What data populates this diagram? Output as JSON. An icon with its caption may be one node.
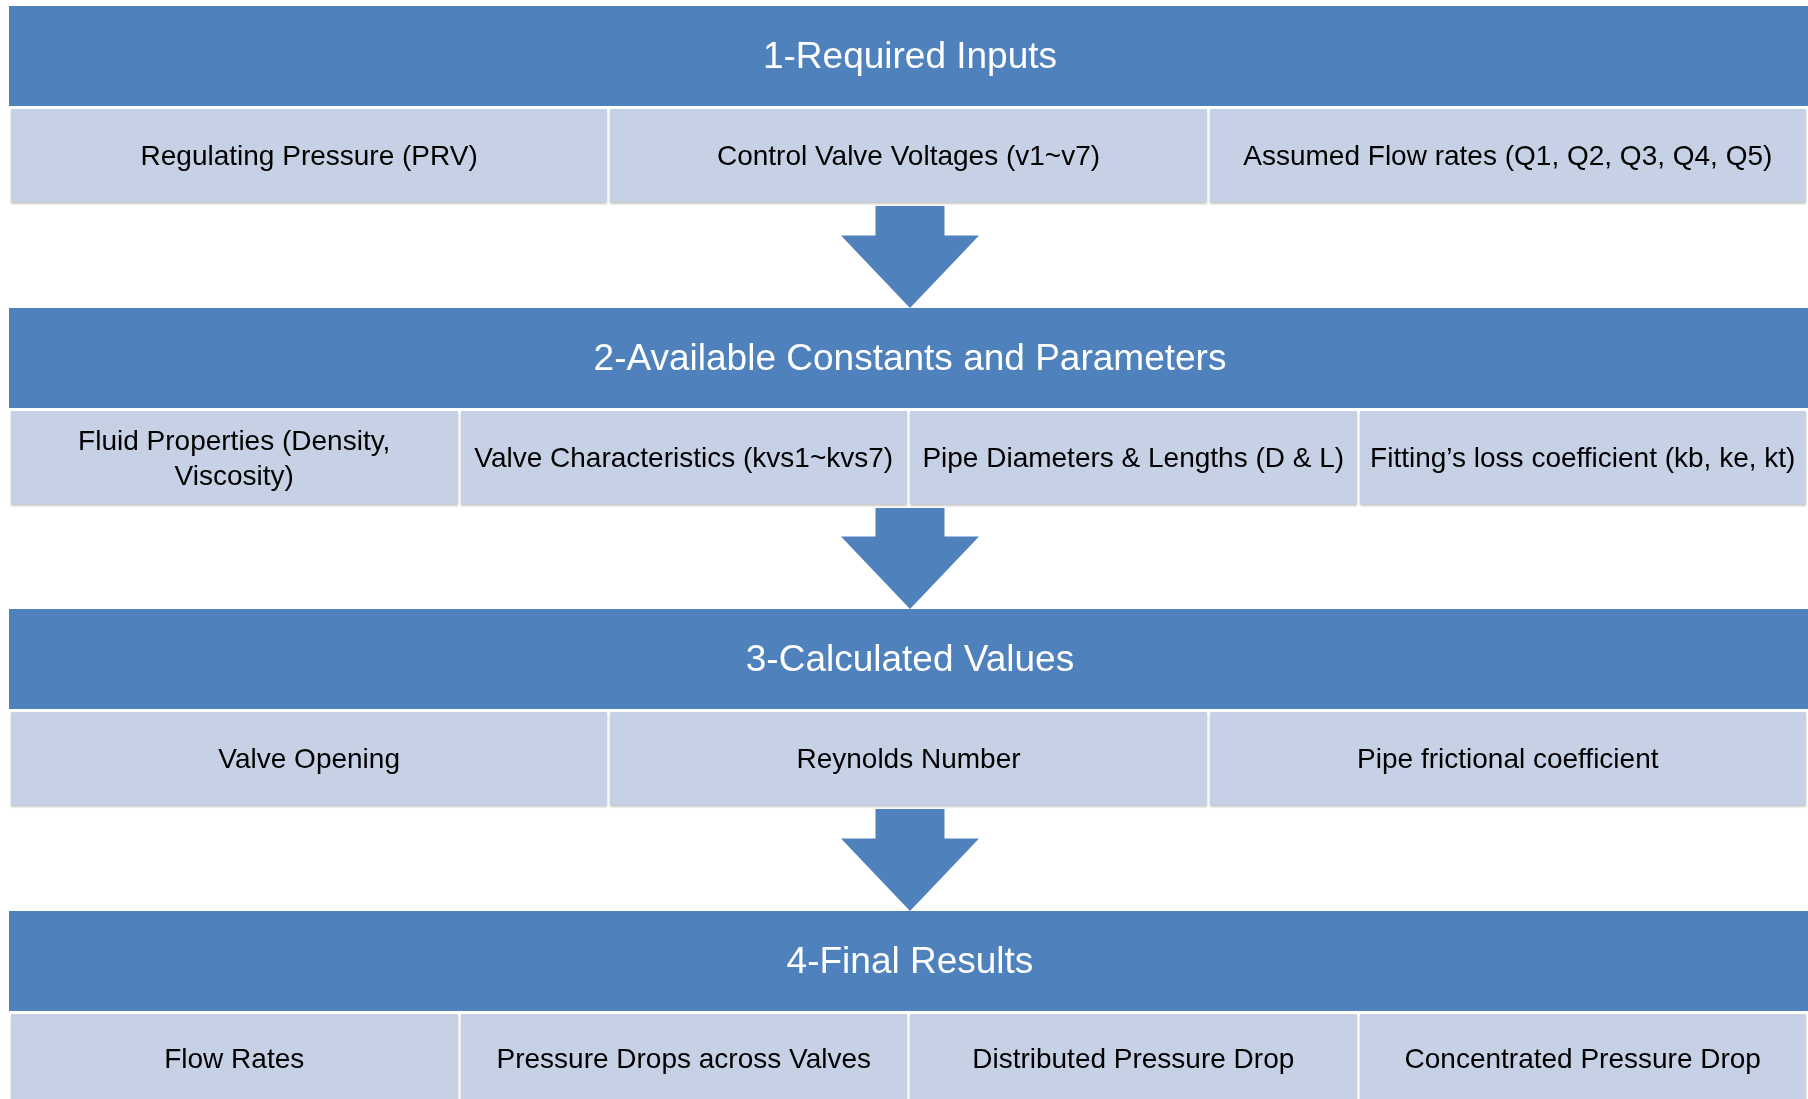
{
  "diagram": {
    "nodes": [
      {
        "text": [
          "1-Required Inputs"
        ]
      },
      {
        "text": [
          "Regulating Pressure (PRV)"
        ],
        "in": 0
      },
      {
        "text": [
          "Control Valve Voltages (v1~v7)"
        ],
        "in": 0
      },
      {
        "text": [
          "Assumed Flow rates (Q1, Q2, Q3, Q4, Q5)"
        ],
        "in": 0
      },
      {
        "text": [
          "2-Available Constants and Parameters"
        ]
      },
      {
        "text": [
          "Fluid Properties (Density, Viscosity)"
        ],
        "in": 4
      },
      {
        "text": [
          "Valve Characteristics (kvs1~kvs7)"
        ],
        "in": 4
      },
      {
        "text": [
          "Pipe Diameters & Lengths (D & L)"
        ],
        "in": 4
      },
      {
        "text": [
          "Fitting’s loss coefficient (kb, ke, kt)"
        ],
        "in": 4
      },
      {
        "text": [
          "3-Calculated Values"
        ]
      },
      {
        "text": [
          "Valve Opening"
        ],
        "in": 9
      },
      {
        "text": [
          "Reynolds Number"
        ],
        "in": 9
      },
      {
        "text": [
          "Pipe frictional coefficient"
        ],
        "in": 9
      },
      {
        "text": [
          "4-Final Results"
        ]
      },
      {
        "text": [
          "Flow Rates"
        ],
        "in": 13
      },
      {
        "text": [
          "Pressure Drops across Valves"
        ],
        "in": 13
      },
      {
        "text": [
          "Distributed Pressure Drop"
        ],
        "in": 13
      },
      {
        "text": [
          "Concentrated Pressure Drop"
        ],
        "in": 13
      }
    ],
    "edges": [
      {
        "from": 0,
        "to": 4,
        "arrow": "to",
        "style": "thick"
      },
      {
        "from": 4,
        "to": 9,
        "arrow": "to",
        "style": "thick"
      },
      {
        "from": 9,
        "to": 13,
        "arrow": "to",
        "style": "thick"
      }
    ]
  }
}
